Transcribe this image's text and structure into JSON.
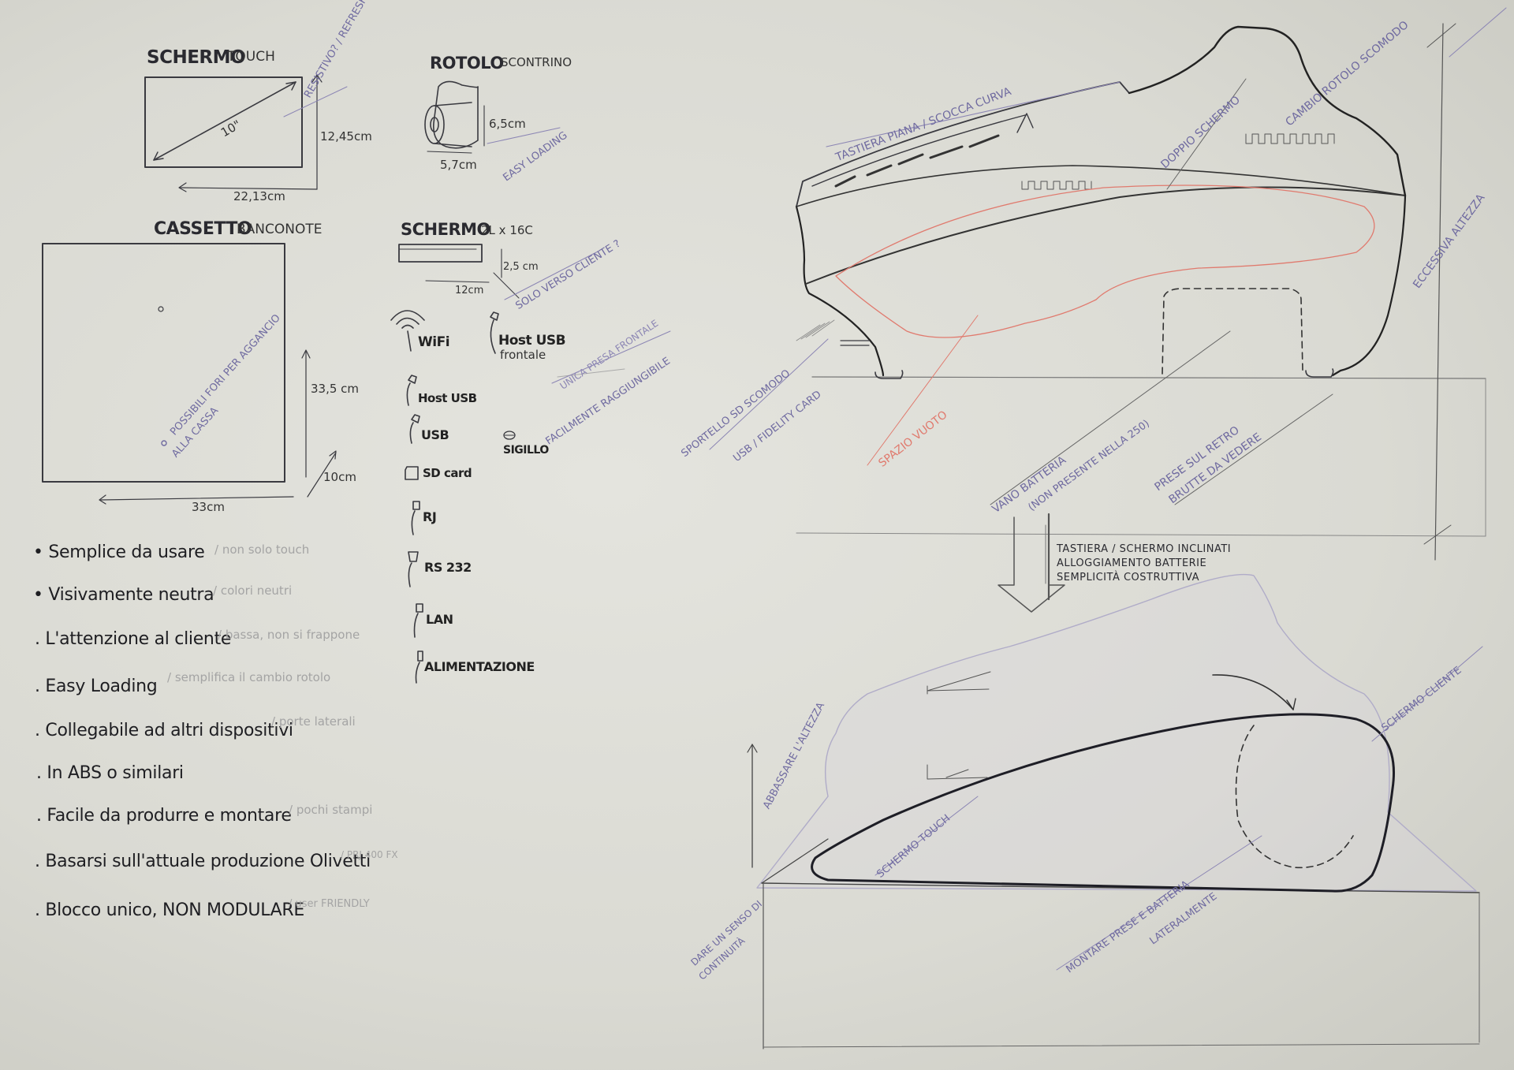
{
  "schermo_touch": {
    "title": "SCHERMO",
    "subtitle": "TOUCH",
    "diag": "10\"",
    "height": "12,45cm",
    "width": "22,13cm",
    "note": "RESISTIVO? / REFRESH?"
  },
  "rotolo": {
    "title": "ROTOLO",
    "subtitle": "SCONTRINO",
    "height": "6,5cm",
    "width": "5,7cm",
    "note": "EASY LOADING"
  },
  "cassetto": {
    "title": "CASSETTO",
    "subtitle": "BANCONOTE",
    "height": "33,5 cm",
    "depth": "10cm",
    "width": "33cm",
    "note_line1": "POSSIBILI FORI PER AGGANCIO",
    "note_line2": "ALLA CASSA"
  },
  "schermo_lcd": {
    "title": "SCHERMO",
    "subtitle": "2L x 16C",
    "height": "2,5 cm",
    "width": "12cm",
    "note": "SOLO VERSO CLIENTE ?"
  },
  "connectors": [
    {
      "label": "WiFi",
      "icon": "wifi-icon"
    },
    {
      "label": "Host USB",
      "icon": "usb-plug-icon"
    },
    {
      "label": "USB",
      "icon": "usb-plug-icon"
    },
    {
      "label": "SD card",
      "icon": "sd-card-icon"
    },
    {
      "label": "RJ",
      "icon": "rj-plug-icon"
    },
    {
      "label": "RS 232",
      "icon": "rs232-plug-icon"
    },
    {
      "label": "LAN",
      "icon": "lan-plug-icon"
    },
    {
      "label": "ALIMENTAZIONE",
      "icon": "power-plug-icon"
    }
  ],
  "host_usb_front": {
    "label": "Host USB",
    "sub": "frontale",
    "note1": "UNICA PRESA FRONTALE",
    "note2": "FACILMENTE RAGGIUNGIBILE"
  },
  "sigillo": "SIGILLO",
  "requirements": [
    {
      "text": "• Semplice da usare",
      "note": "/ non solo touch"
    },
    {
      "text": "• Visivamente neutra",
      "note": "/ colori neutri"
    },
    {
      "text": ". L'attenzione al cliente",
      "note": "/ bassa, non si frappone"
    },
    {
      "text": ". Easy Loading",
      "note": "/ semplifica il cambio rotolo"
    },
    {
      "text": ". Collegabile ad altri dispositivi",
      "note": "/ porte laterali"
    },
    {
      "text": ". In ABS o similari",
      "note": ""
    },
    {
      "text": ". Facile da produrre e montare",
      "note": "/ pochi stampi"
    },
    {
      "text": ". Basarsi sull'attuale produzione Olivetti",
      "note": "/ PRJ 400 FX"
    },
    {
      "text": ". Blocco unico, NON MODULARE",
      "note": "/ user FRIENDLY"
    }
  ],
  "sketch_top": {
    "tastiera": "TASTIERA PIANA / SCOCCA CURVA",
    "doppio": "DOPPIO SCHERMO",
    "cambio": "CAMBIO ROTOLO SCOMODO",
    "eccessiva": "ECCESSIVA ALTEZZA",
    "sportello": "SPORTELLO SD SCOMODO",
    "usb_fid": "USB / FIDELITY CARD",
    "spazio": "SPAZIO VUOTO",
    "vano1": "VANO BATTERIA",
    "vano2": "(NON PRESENTE NELLA 250)",
    "prese1": "PRESE SUL RETRO",
    "prese2": "BRUTTE DA VEDERE"
  },
  "transition_notes": [
    "TASTIERA / SCHERMO INCLINATI",
    "ALLOGGIAMENTO BATTERIE",
    "SEMPLICITÀ COSTRUTTIVA"
  ],
  "sketch_bottom": {
    "abbassare": "ABBASSARE L'ALTEZZA",
    "schermo_touch": "SCHERMO TOUCH",
    "schermo_cliente": "SCHERMO CLIENTE",
    "dare1": "DARE UN SENSO DI",
    "dare2": "CONTINUITÀ",
    "montare1": "MONTARE PRESE E BATTERIA",
    "montare2": "LATERALMENTE"
  }
}
